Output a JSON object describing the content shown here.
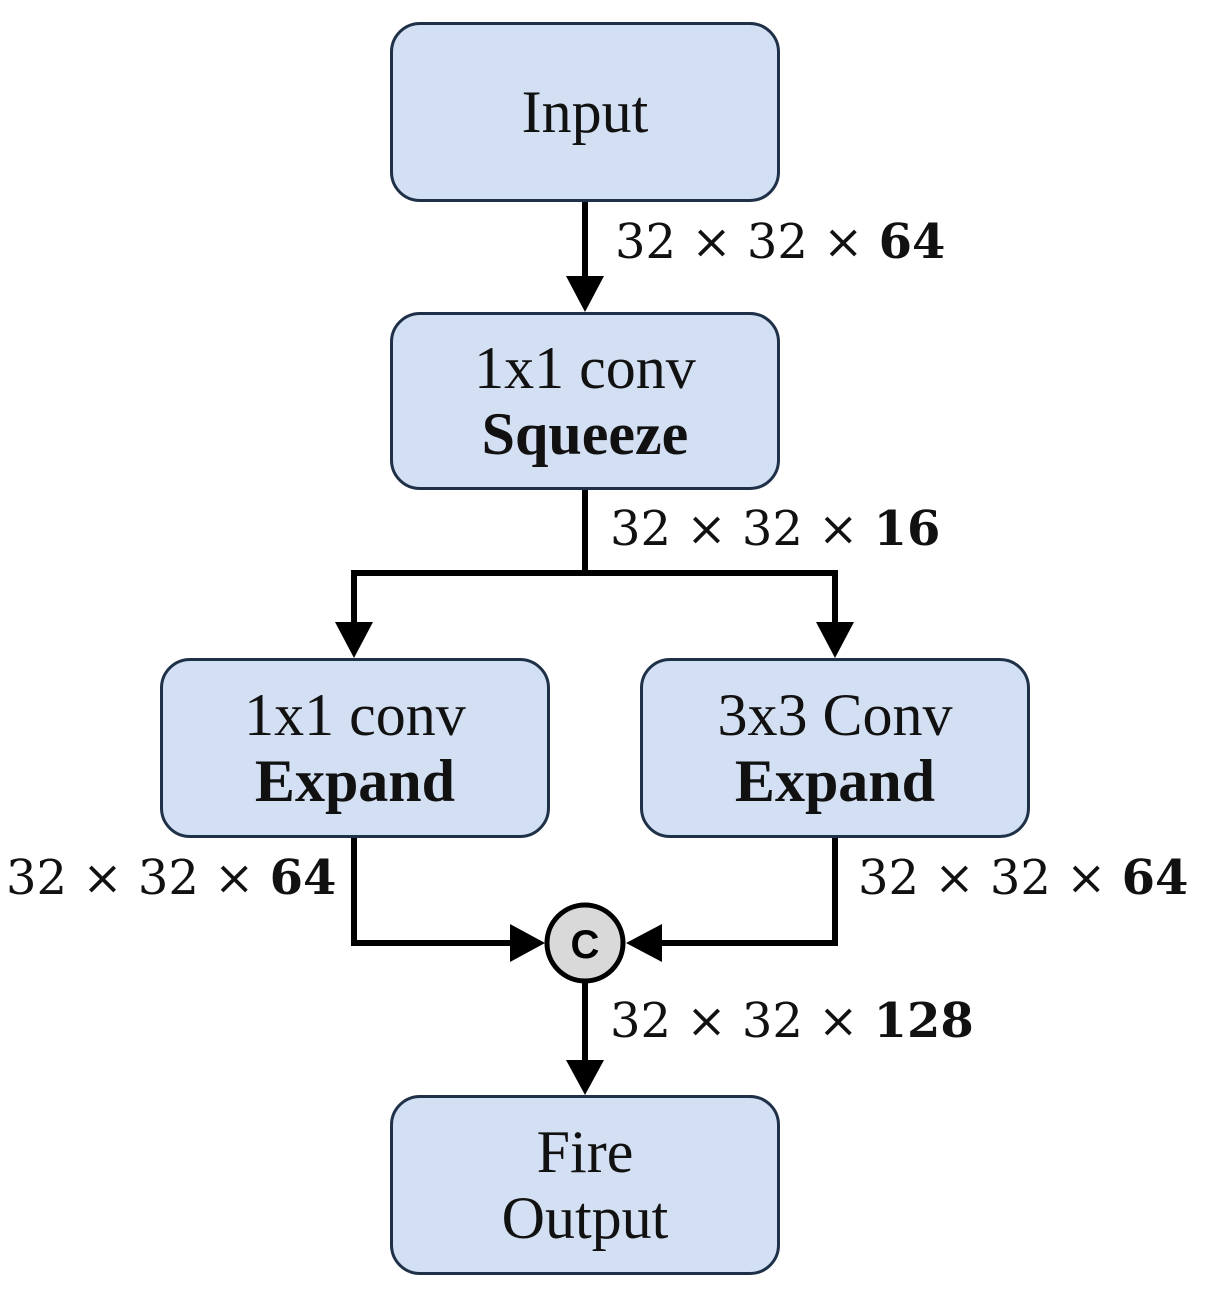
{
  "nodes": {
    "input": {
      "line1": "Input"
    },
    "squeeze": {
      "line1": "1x1 conv",
      "line2": "Squeeze"
    },
    "expand1": {
      "line1": "1x1 conv",
      "line2": "Expand"
    },
    "expand3": {
      "line1": "3x3 Conv",
      "line2": "Expand"
    },
    "output": {
      "line1": "Fire",
      "line2": "Output"
    }
  },
  "dims": {
    "after_input": {
      "prefix": "32 × 32 × ",
      "channels": "64"
    },
    "after_squeeze": {
      "prefix": "32 × 32 × ",
      "channels": "16"
    },
    "after_expand1": {
      "prefix": "32 × 32 × ",
      "channels": "64"
    },
    "after_expand3": {
      "prefix": "32 × 32 × ",
      "channels": "64"
    },
    "after_concat": {
      "prefix": "32 × 32 × ",
      "channels": "128"
    }
  },
  "concat": {
    "label": "C"
  },
  "colors": {
    "node_fill": "#d3dff2",
    "node_border": "#1f3148",
    "wire": "#000000",
    "concat_fill": "#d9d9d9"
  }
}
